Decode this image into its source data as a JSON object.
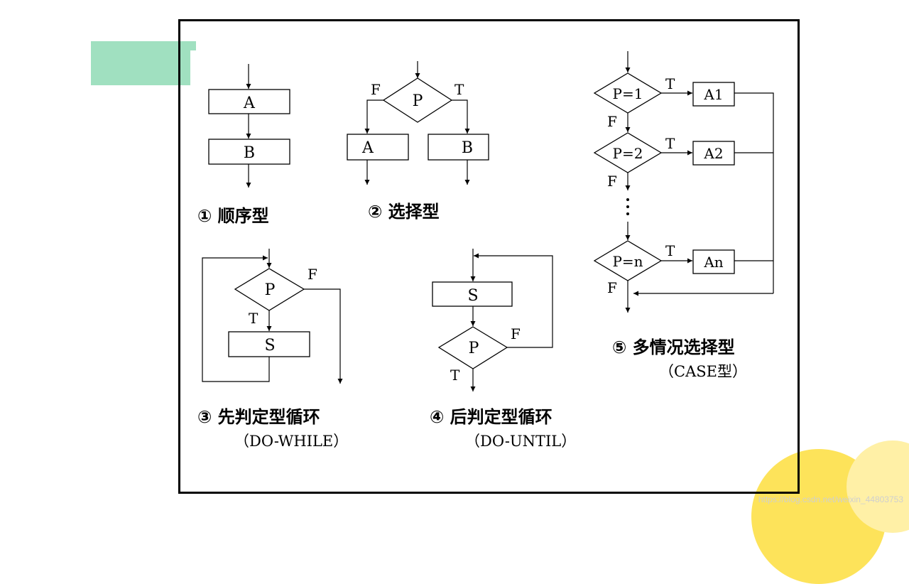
{
  "diagram1": {
    "box_a": "A",
    "box_b": "B",
    "caption": "① 顺序型"
  },
  "diagram2": {
    "cond": "P",
    "false_label": "F",
    "true_label": "T",
    "box_a": "A",
    "box_b": "B",
    "caption": "② 选择型"
  },
  "diagram3": {
    "cond": "P",
    "false_label": "F",
    "true_label": "T",
    "box_s": "S",
    "caption": "③ 先判定型循环",
    "subcaption": "（DO-WHILE）"
  },
  "diagram4": {
    "box_s": "S",
    "cond": "P",
    "false_label": "F",
    "true_label": "T",
    "caption": "④ 后判定型循环",
    "subcaption": "（DO-UNTIL）"
  },
  "diagram5": {
    "cases": [
      {
        "cond": "P=1",
        "true_label": "T",
        "false_label": "F",
        "action": "A1"
      },
      {
        "cond": "P=2",
        "true_label": "T",
        "false_label": "F",
        "action": "A2"
      },
      {
        "cond": "P=n",
        "true_label": "T",
        "false_label": "F",
        "action": "An"
      }
    ],
    "caption": "⑤ 多情况选择型",
    "subcaption": "（CASE型）"
  },
  "watermark": "https://blog.csdn.net/weixin_44803753"
}
